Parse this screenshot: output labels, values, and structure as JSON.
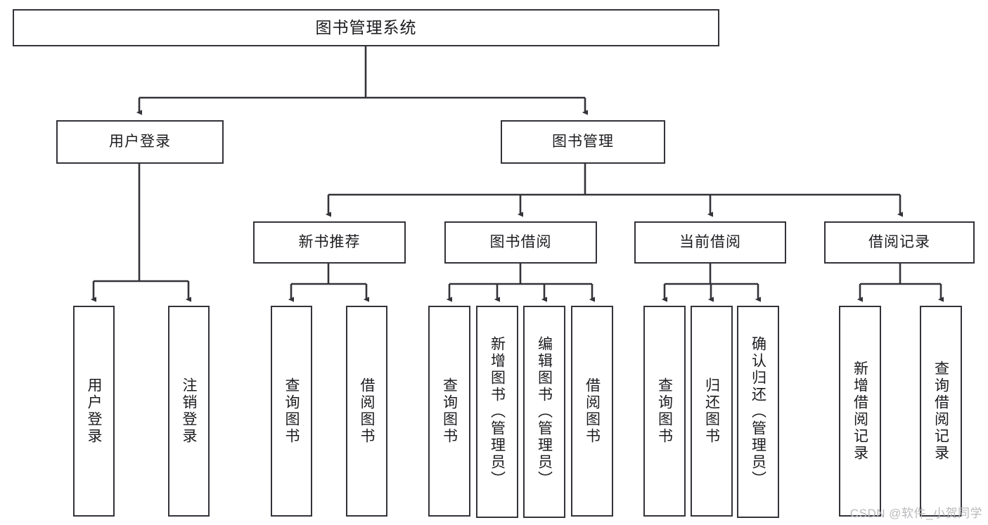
{
  "diagram": {
    "title": "图书管理系统",
    "type": "hierarchy-tree",
    "root": {
      "label": "图书管理系统"
    },
    "level2": [
      {
        "label": "用户登录"
      },
      {
        "label": "图书管理"
      }
    ],
    "level3": [
      {
        "label": "新书推荐"
      },
      {
        "label": "图书借阅"
      },
      {
        "label": "当前借阅"
      },
      {
        "label": "借阅记录"
      }
    ],
    "leaves": {
      "user_login": [
        {
          "label": "用户登录"
        },
        {
          "label": "注销登录"
        }
      ],
      "new_book_recommend": [
        {
          "label": "查询图书"
        },
        {
          "label": "借阅图书"
        }
      ],
      "book_borrow": [
        {
          "label": "查询图书"
        },
        {
          "label": "新增图书（管理员）"
        },
        {
          "label": "编辑图书（管理员）"
        },
        {
          "label": "借阅图书"
        }
      ],
      "current_borrow": [
        {
          "label": "查询图书"
        },
        {
          "label": "归还图书"
        },
        {
          "label": "确认归还（管理员）"
        }
      ],
      "borrow_record": [
        {
          "label": "新增借阅记录"
        },
        {
          "label": "查询借阅记录"
        }
      ]
    }
  },
  "watermark": {
    "text": "CSDN @软件_小贺同学"
  },
  "colors": {
    "stroke": "#33333a",
    "text": "#1c1c20",
    "background": "#ffffff",
    "watermark": "#b9b9bd"
  }
}
